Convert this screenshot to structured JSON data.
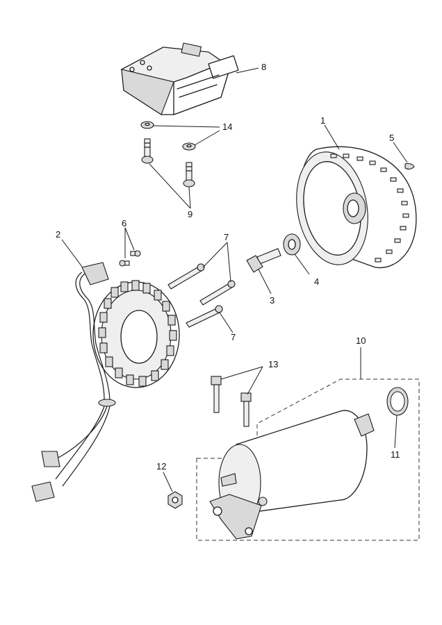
{
  "diagram": {
    "callouts": {
      "c1": "1",
      "c2": "2",
      "c3": "3",
      "c4": "4",
      "c5": "5",
      "c6": "6",
      "c7a": "7",
      "c7b": "7",
      "c8": "8",
      "c9": "9",
      "c10": "10",
      "c11": "11",
      "c12": "12",
      "c13": "13",
      "c14": "14"
    }
  }
}
